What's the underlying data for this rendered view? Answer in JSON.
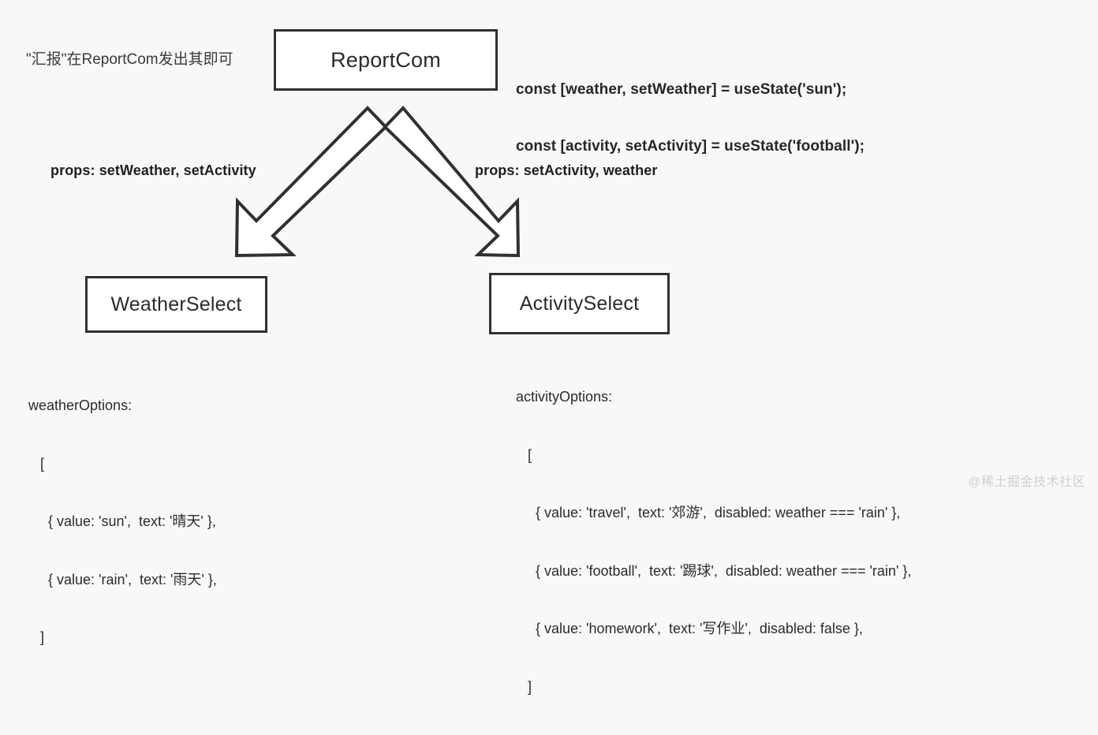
{
  "meta": {
    "background_color": "#f8f8f8",
    "outline_color": "#2f3033",
    "box_fill": "#ffffff",
    "text_color": "#2b2b2b",
    "watermark_color": "#cfcfcf"
  },
  "nodes": {
    "parent": {
      "label": "ReportCom"
    },
    "child_left": {
      "label": "WeatherSelect"
    },
    "child_right": {
      "label": "ActivitySelect"
    }
  },
  "annotations": {
    "note_cn": "\"汇报\"在ReportCom发出其即可",
    "state_code": {
      "line1": "const [weather, setWeather] = useState('sun');",
      "line2": "const [activity, setActivity] = useState('football');"
    }
  },
  "edges": {
    "left": {
      "label": "props: setWeather, setActivity"
    },
    "right": {
      "label": "props: setActivity, weather"
    }
  },
  "options": {
    "weather": {
      "title": "weatherOptions:",
      "open_bracket": "   [",
      "items": [
        "     { value: 'sun',  text: '晴天' },",
        "     { value: 'rain',  text: '雨天' },"
      ],
      "close_bracket": "   ]"
    },
    "activity": {
      "title": "activityOptions:",
      "open_bracket": "   [",
      "items": [
        "     { value: 'travel',  text: '郊游',  disabled: weather === 'rain' },",
        "     { value: 'football',  text: '踢球',  disabled: weather === 'rain' },",
        "     { value: 'homework',  text: '写作业',  disabled: false },"
      ],
      "close_bracket": "   ]"
    }
  },
  "watermark": {
    "text": "@稀土掘金技术社区"
  }
}
